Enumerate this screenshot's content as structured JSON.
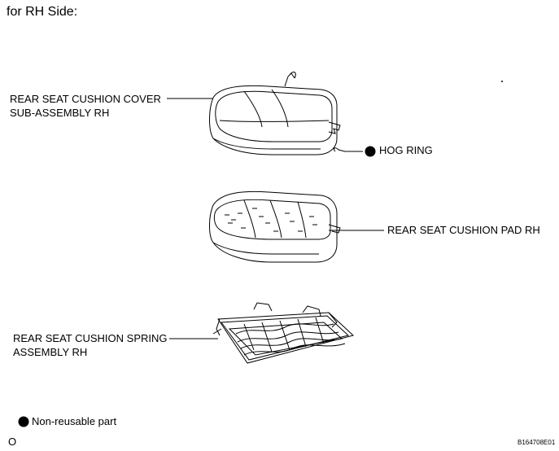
{
  "title": "for RH Side:",
  "parts": {
    "cover": {
      "line1": "REAR SEAT CUSHION COVER",
      "line2": "SUB-ASSEMBLY RH"
    },
    "hog_ring": {
      "label": "HOG RING",
      "non_reusable": true
    },
    "pad": {
      "label": "REAR SEAT CUSHION PAD RH"
    },
    "spring": {
      "line1": "REAR SEAT CUSHION SPRING",
      "line2": "ASSEMBLY RH"
    }
  },
  "legend": {
    "label": "Non-reusable part",
    "symbol": "filled-circle"
  },
  "footer": {
    "left_mark": "O",
    "figure_code": "B164708E01"
  }
}
